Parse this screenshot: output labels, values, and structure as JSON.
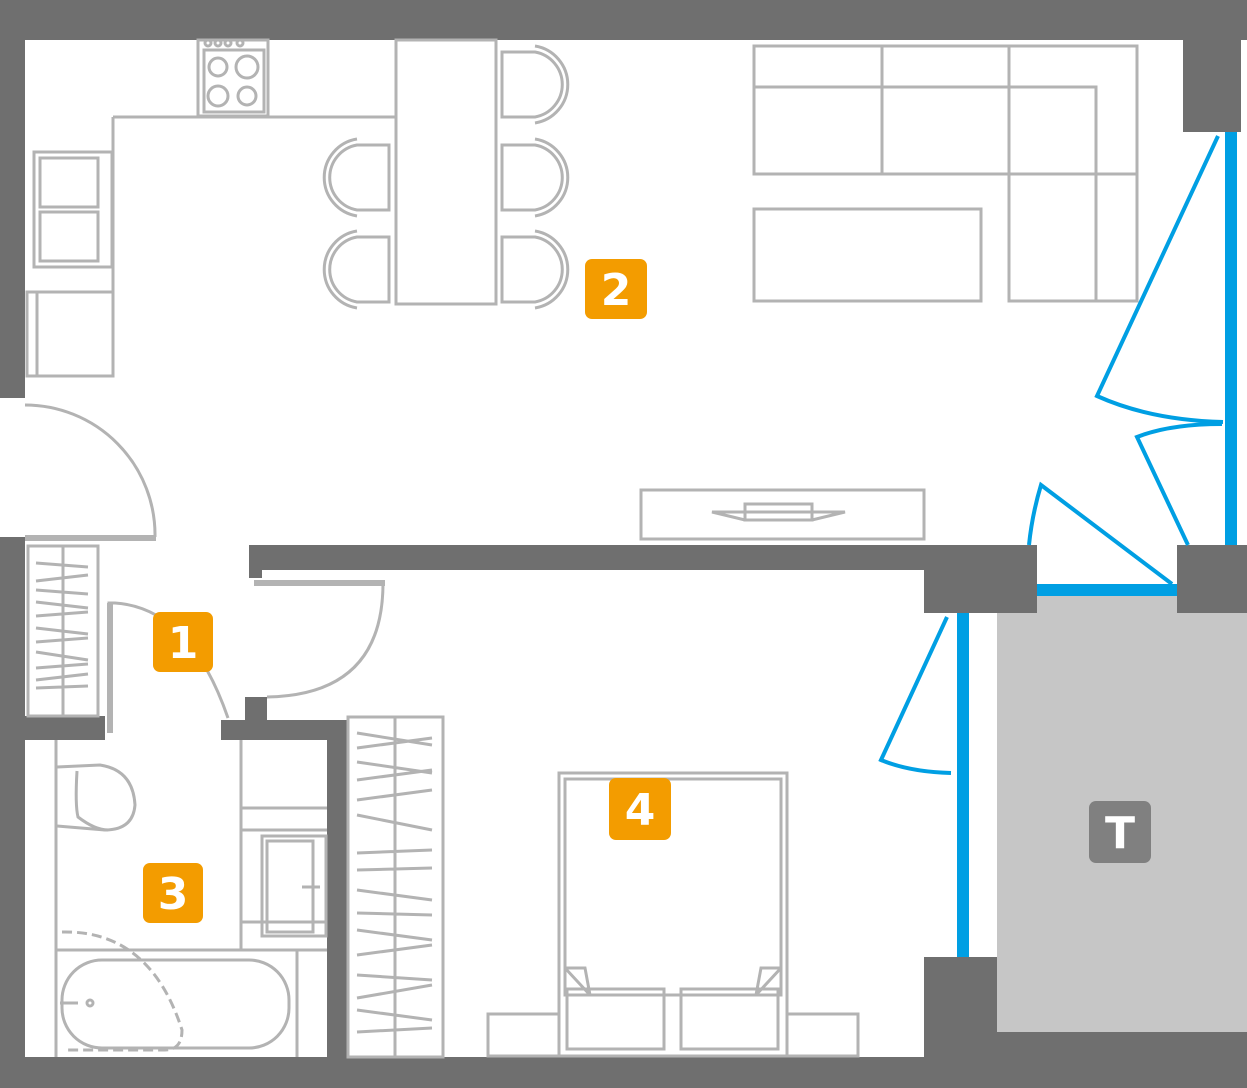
{
  "plan": {
    "rooms": [
      {
        "id": "1",
        "label": "1",
        "color": "#f39c00"
      },
      {
        "id": "2",
        "label": "2",
        "color": "#f39c00"
      },
      {
        "id": "3",
        "label": "3",
        "color": "#f39c00"
      },
      {
        "id": "4",
        "label": "4",
        "color": "#f39c00"
      },
      {
        "id": "T",
        "label": "T",
        "color": "#808080"
      }
    ],
    "colors": {
      "wall": "#6f6f6f",
      "window": "#009fe3",
      "furniture": "#b3b3b3",
      "terrace": "#c6c6c6"
    }
  }
}
